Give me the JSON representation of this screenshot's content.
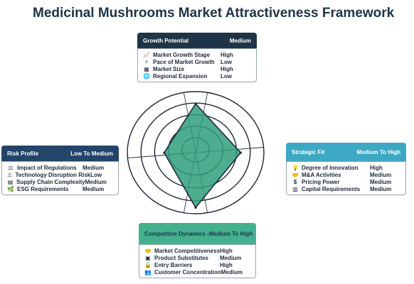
{
  "title": "Medicinal Mushrooms Market Attractiveness Framework",
  "colors": {
    "navy": "#1f3447",
    "teal": "#3da8c4",
    "green": "#45b08e",
    "blue": "#24456a",
    "fill": "#2f9e7b"
  },
  "chart_data": {
    "type": "radar",
    "axes": [
      "Growth Potential",
      "Strategic Fit",
      "Competitive Dynamics",
      "Risk Profile"
    ],
    "rings": 5,
    "max": 5,
    "values": [
      4,
      3.3,
      4.5,
      2.3
    ],
    "grid": true
  },
  "cards": {
    "growth": {
      "title": "Growth Potential",
      "rating": "Medium",
      "items": [
        {
          "icon": "chart-icon",
          "glyph": "📈",
          "label": "Market Growth Stage",
          "value": "High"
        },
        {
          "icon": "lightning-icon",
          "glyph": "⚡",
          "label": "Pace of Market Growth",
          "value": "Low"
        },
        {
          "icon": "calendar-icon",
          "glyph": "▦",
          "label": "Market Size",
          "value": "High"
        },
        {
          "icon": "globe-icon",
          "glyph": "🌐",
          "label": "Regional Expansion",
          "value": "Low"
        }
      ]
    },
    "strategic": {
      "title": "Strategic Fit",
      "rating": "Medium To High",
      "items": [
        {
          "icon": "lightbulb-icon",
          "glyph": "💡",
          "label": "Degree of Innovation",
          "value": "High"
        },
        {
          "icon": "handshake-icon",
          "glyph": "🤝",
          "label": "M&A Activities",
          "value": "Medium"
        },
        {
          "icon": "dollar-icon",
          "glyph": "$",
          "label": "Pricing Power",
          "value": "Medium"
        },
        {
          "icon": "building-icon",
          "glyph": "▥",
          "label": "Capital Requirements",
          "value": "Medium"
        }
      ]
    },
    "risk": {
      "title": "Risk Profile",
      "rating": "Low To Medium",
      "items": [
        {
          "icon": "scale-icon",
          "glyph": "⚖",
          "label": "Impact of Regulations",
          "value": "Medium"
        },
        {
          "icon": "warning-icon",
          "glyph": "⚠",
          "label": "Technology Disruption Risk",
          "value": "Low"
        },
        {
          "icon": "boxes-icon",
          "glyph": "▤",
          "label": "Supply Chain Complexity",
          "value": "Medium"
        },
        {
          "icon": "leaf-icon",
          "glyph": "🌿",
          "label": "ESG Requirements",
          "value": "Medium"
        }
      ]
    },
    "competitive": {
      "title": "Competitive Dynamics -",
      "rating": "Medium To High",
      "items": [
        {
          "icon": "handshake-icon",
          "glyph": "🤝",
          "label": "Market Competitiveness",
          "value": "High"
        },
        {
          "icon": "box-icon",
          "glyph": "▣",
          "label": "Product Substitutes",
          "value": "Medium"
        },
        {
          "icon": "lock-icon",
          "glyph": "🔒",
          "label": "Entry Barriers",
          "value": "High"
        },
        {
          "icon": "people-icon",
          "glyph": "👥",
          "label": "Customer Concentration",
          "value": "Medium"
        }
      ]
    }
  }
}
